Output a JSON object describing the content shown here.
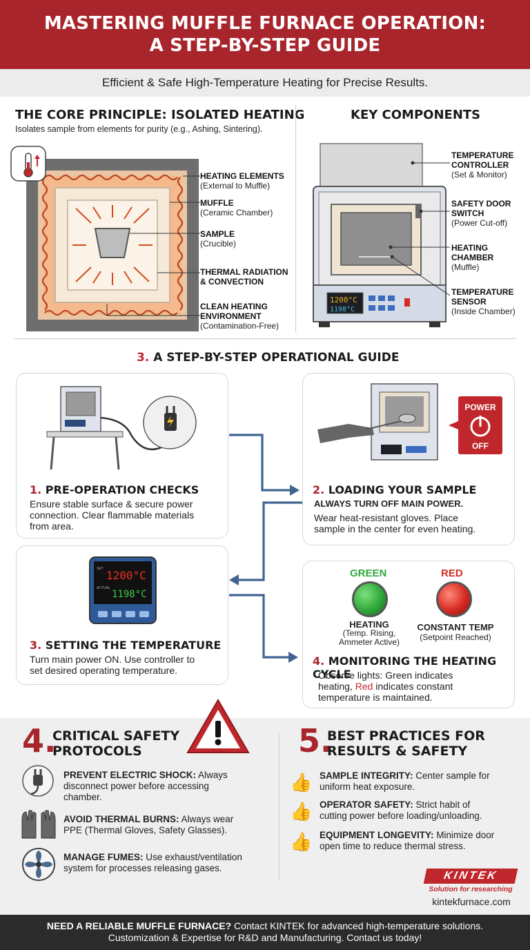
{
  "header": {
    "title_line1": "MASTERING MUFFLE FURNACE OPERATION:",
    "title_line2": "A STEP-BY-STEP GUIDE",
    "subtitle": "Efficient & Safe High-Temperature Heating for Precise Results."
  },
  "core_principle": {
    "title": "THE CORE PRINCIPLE: ISOLATED HEATING",
    "description": "Isolates sample from elements for purity (e.g., Ashing, Sintering).",
    "labels": [
      {
        "title": "HEATING ELEMENTS",
        "sub": "(External to Muffle)"
      },
      {
        "title": "MUFFLE",
        "sub": "(Ceramic Chamber)"
      },
      {
        "title": "SAMPLE",
        "sub": "(Crucible)"
      },
      {
        "title": "THERMAL RADIATION",
        "sub": "& CONVECTION"
      },
      {
        "title": "CLEAN HEATING",
        "sub": "ENVIRONMENT",
        "sub2": "(Contamination-Free)"
      }
    ]
  },
  "key_components": {
    "title": "KEY COMPONENTS",
    "labels": [
      {
        "title": "TEMPERATURE",
        "title2": "CONTROLLER",
        "sub": "(Set & Monitor)"
      },
      {
        "title": "SAFETY DOOR",
        "title2": "SWITCH",
        "sub": "(Power Cut-off)"
      },
      {
        "title": "HEATING",
        "title2": "CHAMBER",
        "sub": "(Muffle)"
      },
      {
        "title": "TEMPERATURE",
        "title2": "SENSOR",
        "sub": "(Inside Chamber)"
      }
    ],
    "display_set": "1200°C",
    "display_actual": "1198°C"
  },
  "guide": {
    "title_num": "3.",
    "title": " A STEP-BY-STEP OPERATIONAL GUIDE",
    "steps": [
      {
        "num": "1.",
        "title": " PRE-OPERATION CHECKS",
        "text1": "Ensure stable surface & secure power",
        "text2": "connection. Clear flammable materials",
        "text3": "from area."
      },
      {
        "num": "2.",
        "title": " LOADING YOUR SAMPLE",
        "subtitle": "ALWAYS TURN OFF MAIN POWER.",
        "text1": "Wear heat-resistant gloves. Place",
        "text2": "sample in the center for even heating.",
        "power_top": "POWER",
        "power_bottom": "OFF"
      },
      {
        "num": "3.",
        "title": " SETTING THE TEMPERATURE",
        "text1": "Turn main power ON. Use controller to",
        "text2": "set desired operating temperature.",
        "set_label": "SET",
        "actual_label": "ACTUAL",
        "set_value": "1200°C",
        "actual_value": "1198°C"
      },
      {
        "num": "4.",
        "title": " MONITORING THE HEATING CYCLE",
        "text1": "Observe lights: Green indicates",
        "text2a": "heating, ",
        "text2b": "Red",
        "text2c": " indicates constant",
        "text3": "temperature is maintained.",
        "green_label": "GREEN",
        "red_label": "RED",
        "green_title": "HEATING",
        "green_sub1": "(Temp. Rising,",
        "green_sub2": "Ammeter Active)",
        "red_title": "CONSTANT TEMP",
        "red_sub": "(Setpoint Reached)"
      }
    ]
  },
  "safety": {
    "num": "4.",
    "title1": "CRITICAL SAFETY",
    "title2": "PROTOCOLS",
    "items": [
      {
        "bold": "PREVENT ELECTRIC SHOCK:",
        "text1": " Always",
        "text2": "disconnect power before accessing",
        "text3": "chamber."
      },
      {
        "bold": "AVOID THERMAL BURNS:",
        "text1": " Always wear",
        "text2": "PPE (Thermal Gloves, Safety Glasses).",
        "text3": ""
      },
      {
        "bold": "MANAGE FUMES:",
        "text1": " Use exhaust/ventilation",
        "text2": "system for processes releasing gases.",
        "text3": ""
      }
    ]
  },
  "best_practices": {
    "num": "5.",
    "title1": "BEST PRACTICES FOR",
    "title2": "RESULTS & SAFETY",
    "items": [
      {
        "bold": "SAMPLE INTEGRITY:",
        "text1": " Center sample for",
        "text2": "uniform heat exposure."
      },
      {
        "bold": "OPERATOR SAFETY:",
        "text1": " Strict habit of",
        "text2": "cutting power before loading/unloading."
      },
      {
        "bold": "EQUIPMENT LONGEVITY:",
        "text1": " Minimize door",
        "text2": "open time to reduce thermal stress."
      }
    ]
  },
  "brand": {
    "logo": "KINTEK",
    "tagline": "Solution for researching",
    "website": "kintekfurnace.com"
  },
  "footer": {
    "line1_bold": "NEED A RELIABLE MUFFLE FURNACE?",
    "line1_rest": " Contact KINTEK for advanced high-temperature solutions.",
    "line2": "Customization & Expertise for R&D and Manufacturing. Contact us today!"
  },
  "colors": {
    "brand_red": "#a8252c",
    "green_light": "#2fa83a",
    "red_light": "#d62a22",
    "arrow_blue": "#3f6590"
  }
}
